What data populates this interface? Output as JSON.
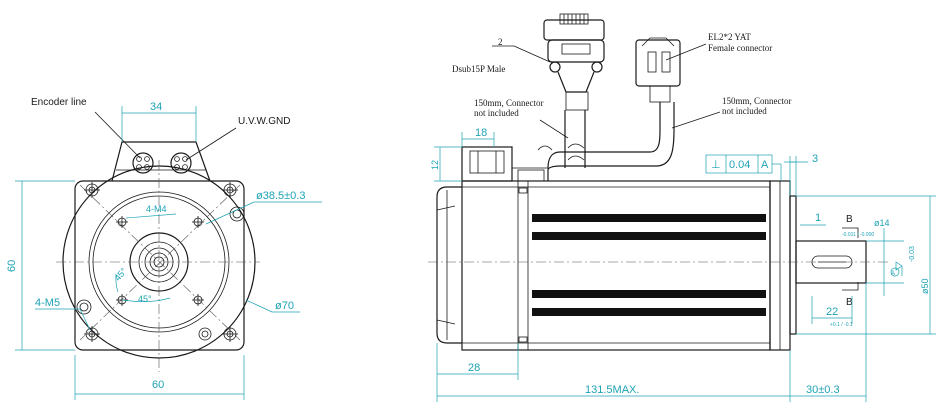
{
  "labels": {
    "encoder_line": "Encoder line",
    "uvw_gnd": "U.V.W.GND",
    "callout_num": "2",
    "dsub": "Dsub15P Male",
    "el2_line1": "EL2*2 YAT",
    "el2_line2": "Female connector",
    "cable_left_1": "150mm, Connector",
    "cable_left_2": "not included",
    "cable_right_1": "150mm, Connector",
    "cable_right_2": "not included",
    "section_b_top": "B",
    "section_b_bottom": "B",
    "tol_symbol": "⊥",
    "tol_value": "0.04",
    "tol_datum": "A",
    "datum_a": "A"
  },
  "dims": {
    "d34": "34",
    "d60_left": "60",
    "d60_bottom": "60",
    "d4m5": "4-M5",
    "d4m4": "4-M4",
    "d385": "ø38.5±0.3",
    "d70": "ø70",
    "d45a": "45°",
    "d45b": "45°",
    "d18": "18",
    "d12": "12",
    "d3": "3",
    "d1": "1",
    "d14": "ø14",
    "d14tol": "-0.011 / -0.000",
    "d50": "ø50",
    "d50tol": "-0.03",
    "d22": "22",
    "d22tol": "+0.1 / -0.1",
    "d28": "28",
    "d1315": "131.5MAX.",
    "d30": "30±0.3"
  }
}
